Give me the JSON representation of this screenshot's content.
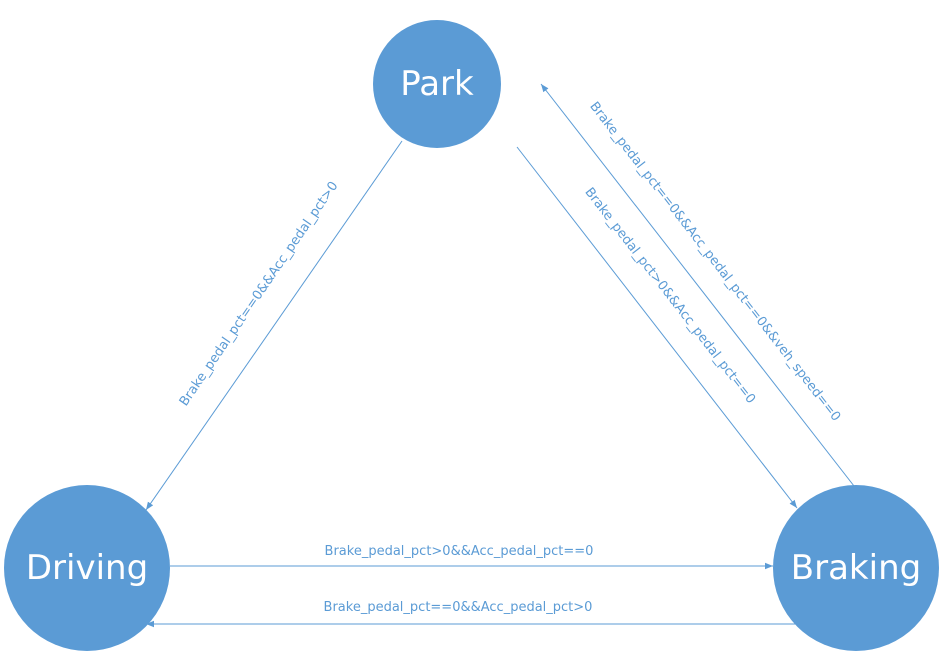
{
  "diagram": {
    "type": "state-machine",
    "colors": {
      "node_fill": "#5b9bd5",
      "node_text": "#ffffff",
      "edge": "#5b9bd5",
      "background": "#ffffff"
    },
    "states": [
      {
        "id": "park",
        "label": "Park"
      },
      {
        "id": "driving",
        "label": "Driving"
      },
      {
        "id": "braking",
        "label": "Braking"
      }
    ],
    "transitions": [
      {
        "id": "park-to-driving",
        "from": "park",
        "to": "driving",
        "condition": "Brake_pedal_pct==0&&Acc_pedal_pct>0"
      },
      {
        "id": "park-to-braking",
        "from": "park",
        "to": "braking",
        "condition": "Brake_pedal_pct>0&&Acc_pedal_pct==0"
      },
      {
        "id": "braking-to-park",
        "from": "braking",
        "to": "park",
        "condition": "Brake_pedal_pct==0&&Acc_pedal_pct==0&&veh_speed==0"
      },
      {
        "id": "driving-to-braking",
        "from": "driving",
        "to": "braking",
        "condition": "Brake_pedal_pct>0&&Acc_pedal_pct==0"
      },
      {
        "id": "braking-to-driving",
        "from": "braking",
        "to": "driving",
        "condition": "Brake_pedal_pct==0&&Acc_pedal_pct>0"
      }
    ]
  }
}
